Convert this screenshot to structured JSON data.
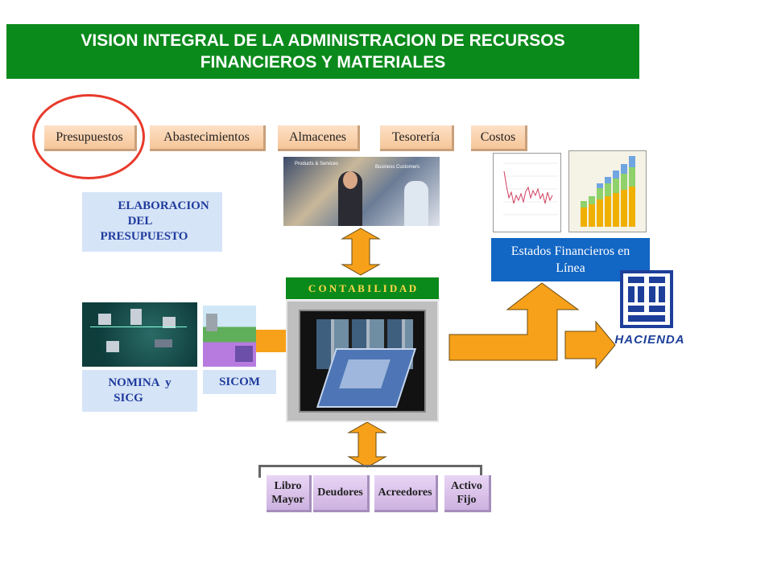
{
  "title": {
    "line1": "VISION INTEGRAL DE LA ADMINISTRACION DE RECURSOS",
    "line2": "FINANCIEROS Y MATERIALES"
  },
  "tabs": [
    "Presupuestos",
    "Abastecimientos",
    "Almacenes",
    "Tesorería",
    "Costos"
  ],
  "elaboracion": {
    "line1": "ELABORACION",
    "line2": "DEL",
    "line3": "PRESUPUESTO"
  },
  "nomina": {
    "line1": "NOMINA  y",
    "line2": "SICG"
  },
  "sicom": "SICOM",
  "contabilidad": "C O N T A B I L I D A D",
  "estados": {
    "line1": "Estados Financieros en",
    "line2": "Línea"
  },
  "photo_labels": {
    "left": "Products & Services",
    "right": "Business Customers"
  },
  "ledger": {
    "libro": {
      "line1": "Libro",
      "line2": "Mayor"
    },
    "deudores": "Deudores",
    "acreedores": "Acreedores",
    "activo": {
      "line1": "Activo",
      "line2": "Fijo"
    }
  },
  "hacienda": "HACIENDA",
  "colors": {
    "title_bg": "#0b8a1c",
    "arrow": "#f7a11a",
    "estados_bg": "#1266c4",
    "circle": "#e83a2c",
    "label_text": "#1f3b9c"
  }
}
